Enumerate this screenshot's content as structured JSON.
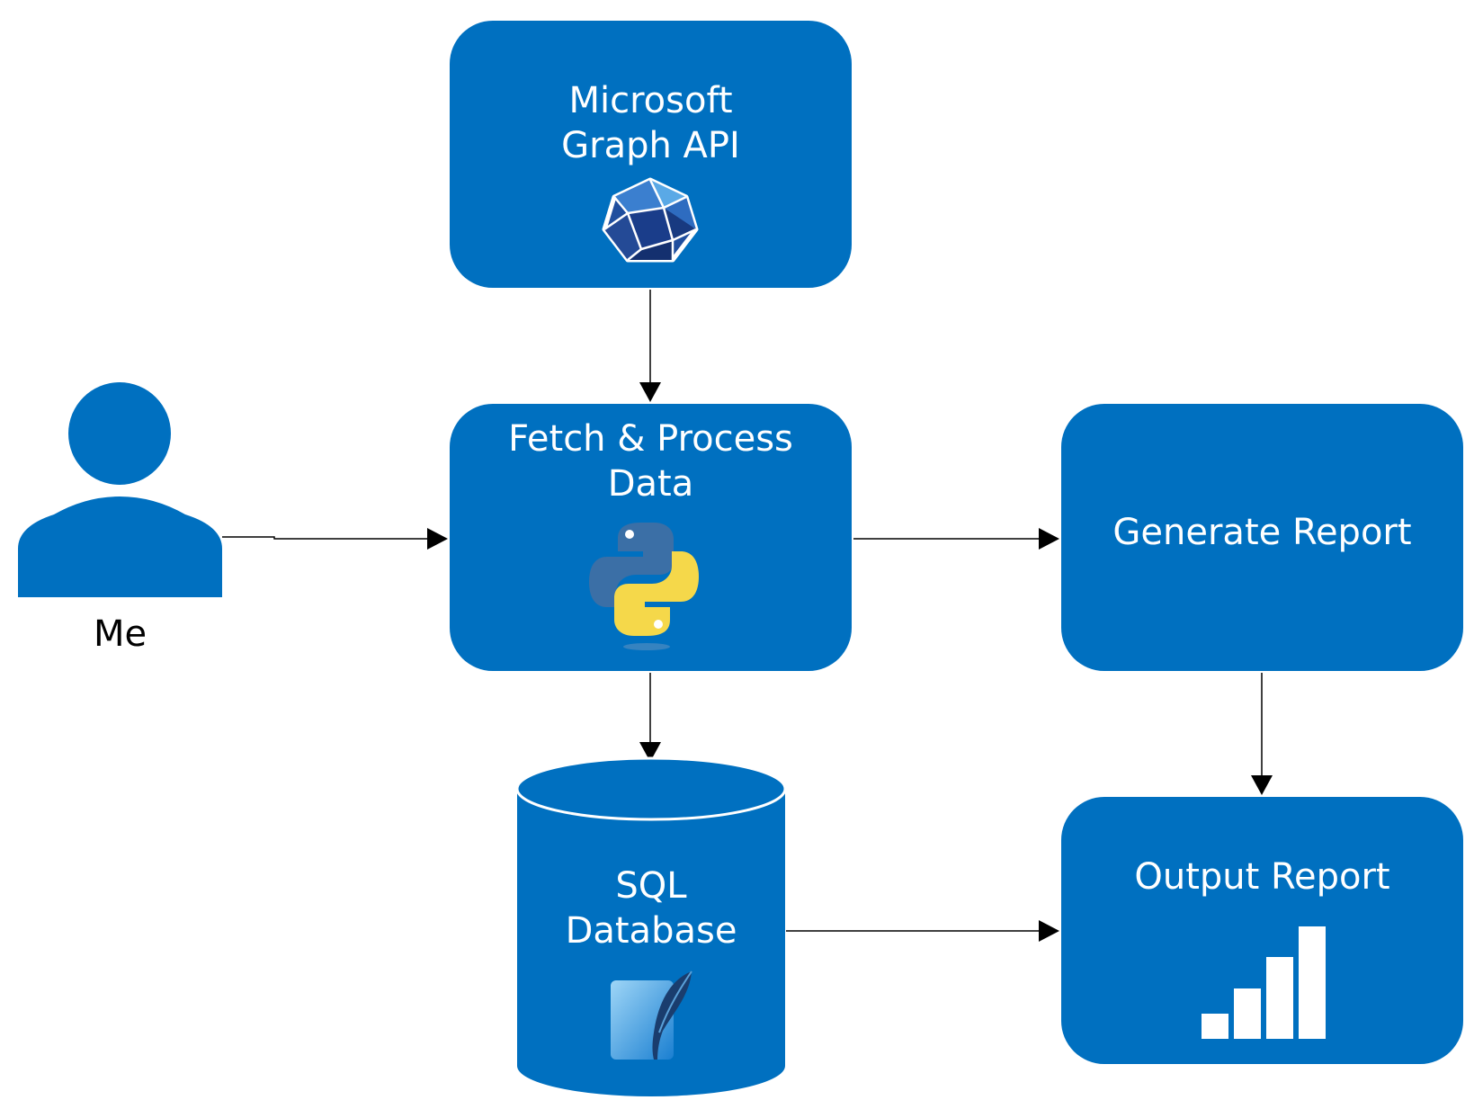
{
  "nodes": {
    "graph_api": {
      "line1": "Microsoft",
      "line2": "Graph API",
      "icon": "graph-api-icon"
    },
    "fetch": {
      "line1": "Fetch & Process",
      "line2": "Data",
      "icon": "python-icon"
    },
    "generate": {
      "label": "Generate Report"
    },
    "database": {
      "line1": "SQL",
      "line2": "Database",
      "icon": "sqlite-icon"
    },
    "output": {
      "label": "Output Report",
      "icon": "bar-chart-icon"
    },
    "user": {
      "label": "Me",
      "icon": "person-icon"
    }
  },
  "colors": {
    "node_fill": "#0070C0",
    "node_text": "#FFFFFF",
    "arrow": "#000000"
  },
  "edges": [
    {
      "from": "Microsoft Graph API",
      "to": "Fetch & Process Data"
    },
    {
      "from": "Me",
      "to": "Fetch & Process Data"
    },
    {
      "from": "Fetch & Process Data",
      "to": "Generate Report"
    },
    {
      "from": "Fetch & Process Data",
      "to": "SQL Database"
    },
    {
      "from": "Generate Report",
      "to": "Output Report"
    },
    {
      "from": "SQL Database",
      "to": "Output Report"
    }
  ]
}
